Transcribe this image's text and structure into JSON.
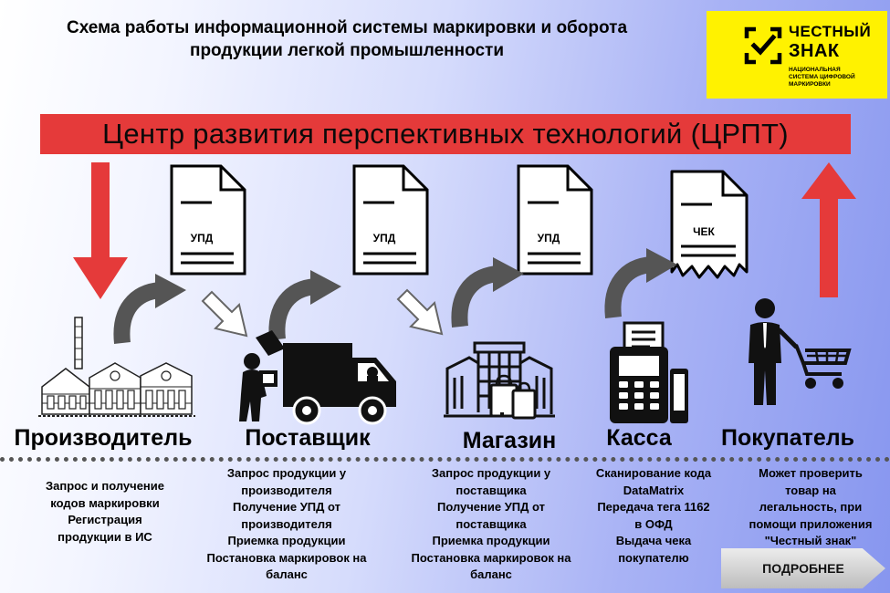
{
  "header": {
    "title_line1": "Схема работы информационной системы маркировки и оборота",
    "title_line2": "продукции легкой промышленности"
  },
  "logo": {
    "title_line1": "ЧЕСТНЫЙ",
    "title_line2": "ЗНАК",
    "sub_line1": "НАЦИОНАЛЬНАЯ",
    "sub_line2": "СИСТЕМА ЦИФРОВОЙ",
    "sub_line3": "МАРКИРОВКИ"
  },
  "banner": {
    "text": "Центр развития перспективных технологий (ЦРПТ)"
  },
  "documents": [
    {
      "label": "УПД"
    },
    {
      "label": "УПД"
    },
    {
      "label": "УПД"
    },
    {
      "label": "ЧЕК"
    }
  ],
  "stages": [
    {
      "name": "Производитель",
      "desc": [
        "Запрос и получение",
        "кодов маркировки",
        "Регистрация",
        "продукции в ИС"
      ]
    },
    {
      "name": "Поставщик",
      "desc": [
        "Запрос продукции у",
        "производителя",
        "Получение УПД от",
        "производителя",
        "Приемка продукции",
        "Постановка маркировок на",
        "баланс"
      ]
    },
    {
      "name": "Магазин",
      "desc": [
        "Запрос продукции у",
        "поставщика",
        "Получение УПД от",
        "поставщика",
        "Приемка продукции",
        "Постановка маркировок на",
        "баланс"
      ]
    },
    {
      "name": "Касса",
      "desc": [
        "Сканирование кода",
        "DataMatrix",
        "Передача тега 1162",
        "в ОФД",
        "Выдача чека",
        "покупателю"
      ]
    },
    {
      "name": "Покупатель",
      "desc": [
        "Может проверить",
        "товар на",
        "легальность, при",
        "помощи приложения",
        "\"Честный знак\""
      ]
    }
  ],
  "more_button": {
    "label": "ПОДРОБНЕЕ"
  },
  "colors": {
    "banner_red": "#e53a3a",
    "logo_yellow": "#fff200",
    "arrow_gray": "#555555"
  }
}
